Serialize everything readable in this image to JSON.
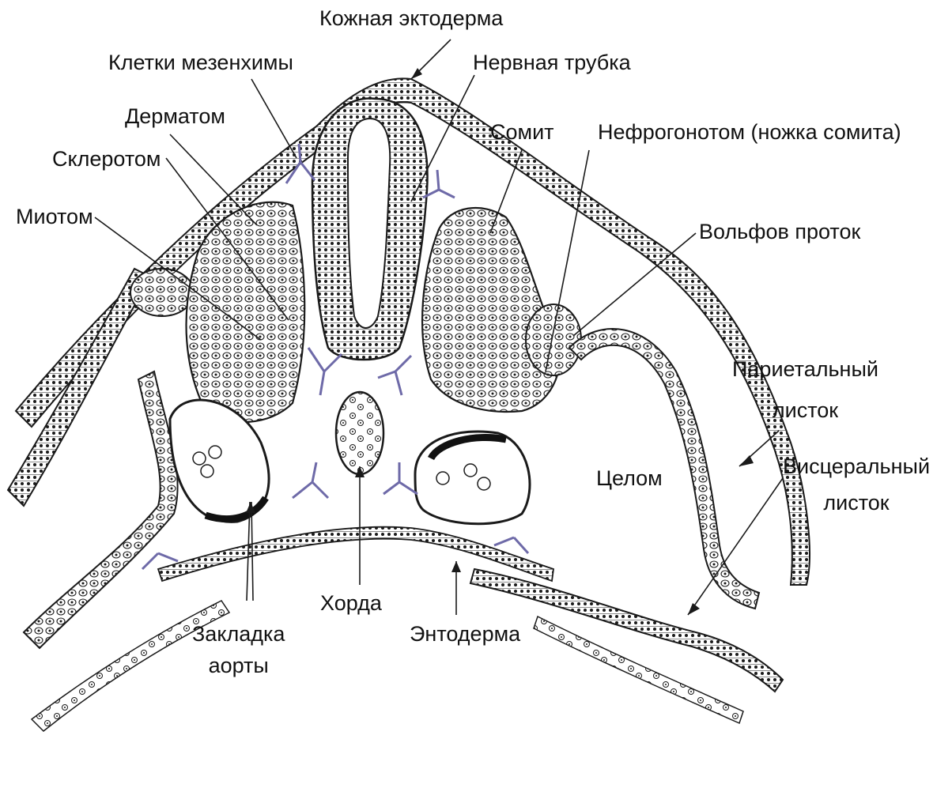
{
  "labels": {
    "skin_ectoderm": "Кожная эктодерма",
    "mesenchyme_cells": "Клетки мезенхимы",
    "neural_tube": "Нервная трубка",
    "dermatome": "Дерматом",
    "somite": "Сомит",
    "nephrogonotome": "Нефрогонотом (ножка сомита)",
    "sclerotome": "Склеротом",
    "myotome": "Миотом",
    "wolffian_duct": "Вольфов проток",
    "parietal": [
      "Париетальный",
      "листок"
    ],
    "visceral": [
      "Висцеральный",
      "листок"
    ],
    "coelom": "Целом",
    "chorda": "Хорда",
    "endoderm": "Энтодерма",
    "aorta": [
      "Закладка",
      "аорты"
    ]
  },
  "colors": {
    "ink": "#1a1a1a",
    "mesenchyme": "#6e6aa8",
    "background": "#ffffff"
  }
}
